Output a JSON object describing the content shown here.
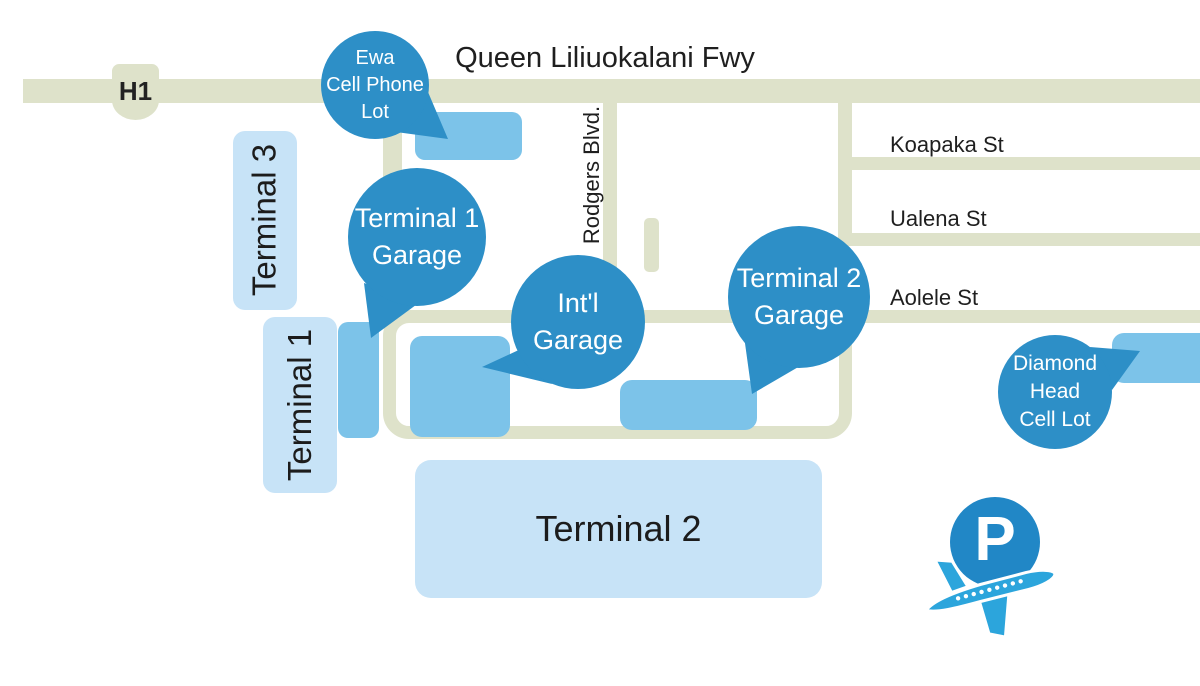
{
  "colors": {
    "road": "#dee2ca",
    "callout_blue": "#2d8fc7",
    "parking_lot_blue": "#7cc3e9",
    "terminal_light_blue": "#c7e3f7",
    "logo_circle_blue": "#2187c6",
    "logo_plane_blue": "#2ca5dc",
    "label_dark": "#1f1f1f"
  },
  "freeway": {
    "label": "Queen Liliuokalani Fwy",
    "shield": "H1"
  },
  "streets": {
    "rodgers": "Rodgers Blvd.",
    "koapaka": "Koapaka St",
    "ualena": "Ualena St",
    "aolele": "Aolele St"
  },
  "terminals": {
    "terminal3": "Terminal 3",
    "terminal1": "Terminal 1",
    "terminal2": "Terminal 2"
  },
  "callouts": {
    "ewa": {
      "lines": [
        "Ewa",
        "Cell Phone",
        "Lot"
      ]
    },
    "terminal1_garage": {
      "lines": [
        "Terminal 1",
        "Garage"
      ]
    },
    "intl_garage": {
      "lines": [
        "Int'l",
        "Garage"
      ]
    },
    "terminal2_garage": {
      "lines": [
        "Terminal 2",
        "Garage"
      ]
    },
    "diamond_head": {
      "lines": [
        "Diamond",
        "Head",
        "Cell Lot"
      ]
    }
  },
  "logo": {
    "parking_letter": "P"
  }
}
